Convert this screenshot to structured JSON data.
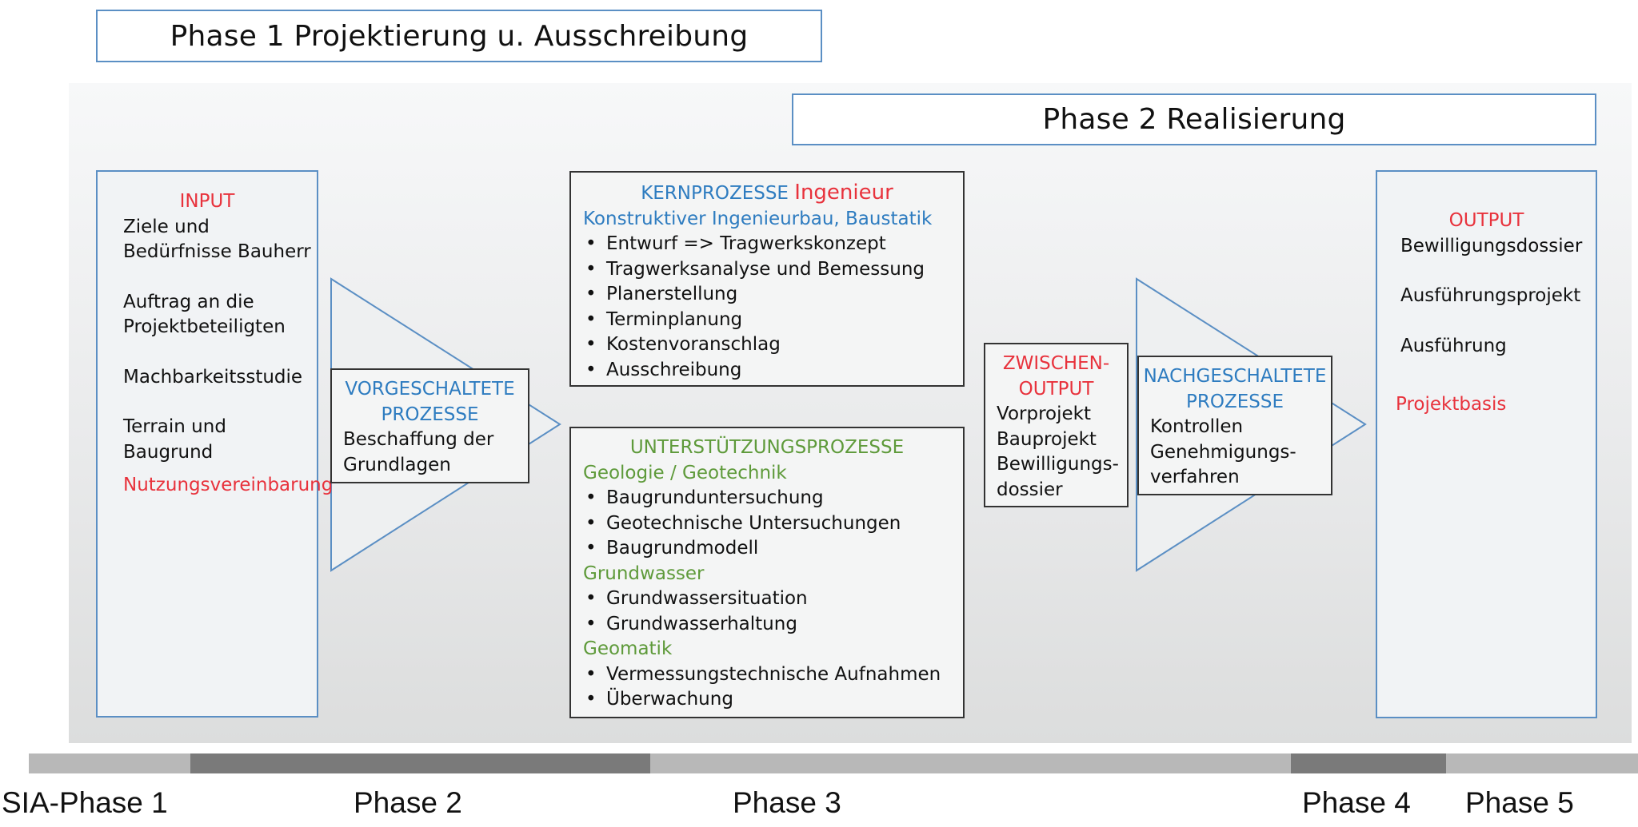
{
  "header": {
    "phase1_title": "Phase 1 Projektierung u. Ausschreibung",
    "phase2_title": "Phase 2 Realisierung"
  },
  "input": {
    "title": "INPUT",
    "items": [
      "Ziele und",
      "Bedürfnisse Bauherr",
      "Auftrag an die",
      "Projektbeteiligten",
      "Machbarkeitsstudie",
      "Terrain und",
      "Baugrund"
    ],
    "highlight": "Nutzungsvereinbarung"
  },
  "vorgeschaltete": {
    "title_line1": "VORGESCHALTETE",
    "title_line2": "PROZESSE",
    "text_line1": "Beschaffung der",
    "text_line2": "Grundlagen"
  },
  "kernprozesse": {
    "title": "KERNPROZESSE",
    "title_suffix": "Ingenieur",
    "subtitle": "Konstruktiver Ingenieurbau, Baustatik",
    "bullets": [
      "Entwurf => Tragwerkskonzept",
      "Tragwerksanalyse und Bemessung",
      "Planerstellung",
      "Terminplanung",
      "Kostenvoranschlag",
      "Ausschreibung"
    ]
  },
  "unterstuetzung": {
    "title": "UNTERSTÜTZUNGSPROZESSE",
    "groups": [
      {
        "heading": "Geologie / Geotechnik",
        "bullets": [
          "Baugrunduntersuchung",
          "Geotechnische Untersuchungen",
          "Baugrundmodell"
        ]
      },
      {
        "heading": "Grundwasser",
        "bullets": [
          "Grundwassersituation",
          "Grundwasserhaltung"
        ]
      },
      {
        "heading": "Geomatik",
        "bullets": [
          "Vermessungstechnische Aufnahmen",
          "Überwachung"
        ]
      }
    ]
  },
  "zwischen": {
    "title_line1": "ZWISCHEN-",
    "title_line2": "OUTPUT",
    "items": [
      "Vorprojekt",
      "Bauprojekt",
      "Bewilligungs-",
      "dossier"
    ]
  },
  "nachgeschaltete": {
    "title_line1": "NACHGESCHALTETE",
    "title_line2": "PROZESSE",
    "items": [
      "Kontrollen",
      "Genehmigungs-",
      "verfahren"
    ]
  },
  "output": {
    "title": "OUTPUT",
    "items": [
      "Bewilligungsdossier",
      "Ausführungsprojekt",
      "Ausführung"
    ],
    "highlight": "Projektbasis"
  },
  "timeline": {
    "labels": [
      "SIA-Phase 1",
      "Phase 2",
      "Phase 3",
      "Phase 4",
      "Phase 5"
    ],
    "colors": {
      "light": "#b8b8b8",
      "dark": "#7a7a7a"
    }
  }
}
